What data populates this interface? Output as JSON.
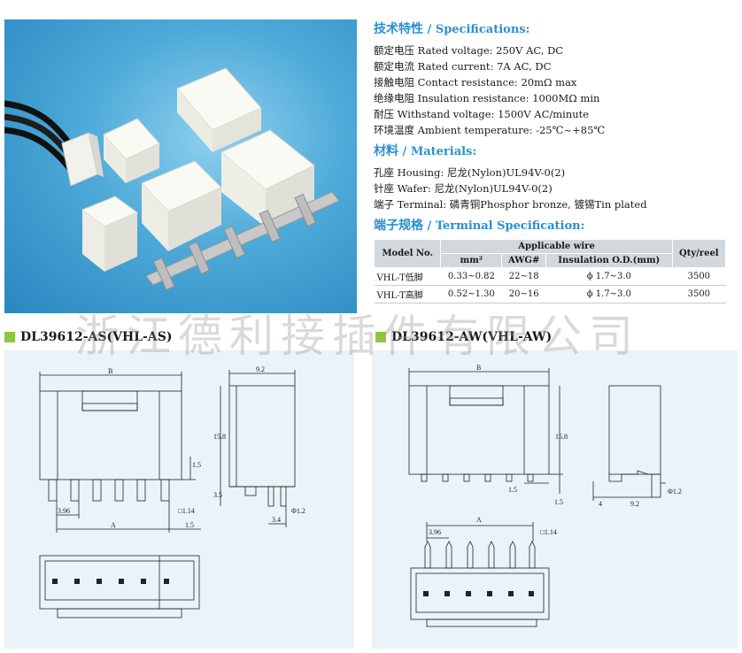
{
  "specifications": {
    "title_zh": "技术特性",
    "title_en": "Specifications:",
    "lines": [
      {
        "zh": "额定电压",
        "en": "Rated voltage",
        "value": "250V AC, DC"
      },
      {
        "zh": "额定电流",
        "en": "Rated current",
        "value": "7A AC, DC"
      },
      {
        "zh": "接触电阻",
        "en": "Contact resistance",
        "value": "20mΩ max"
      },
      {
        "zh": "绝缘电阻",
        "en": "Insulation resistance",
        "value": "1000MΩ min"
      },
      {
        "zh": "耐压",
        "en": "Withstand voltage",
        "value": "1500V AC/minute"
      },
      {
        "zh": "环境温度",
        "en": "Ambient temperature",
        "value": "-25℃~+85℃"
      }
    ]
  },
  "materials": {
    "title_zh": "材料",
    "title_en": "Materials:",
    "lines": [
      {
        "zh": "孔座",
        "en": "Housing",
        "value": "尼龙(Nylon)UL94V-0(2)"
      },
      {
        "zh": "针座",
        "en": "Wafer",
        "value": "尼龙(Nylon)UL94V-0(2)"
      },
      {
        "zh": "端子",
        "en": "Terminal",
        "value": "磷青铜Phosphor bronze, 镀锡Tin plated"
      }
    ]
  },
  "terminal_spec": {
    "title_zh": "端子规格",
    "title_en": "Terminal Specification:",
    "headers": {
      "model": "Model No.",
      "applicable": "Applicable wire",
      "mm2": "mm²",
      "awg": "AWG#",
      "od": "Insulation O.D.(mm)",
      "qty": "Qty/reel"
    },
    "rows": [
      {
        "model": "VHL-T低脚",
        "mm2": "0.33~0.82",
        "awg": "22~18",
        "od": "ϕ 1.7~3.0",
        "qty": "3500"
      },
      {
        "model": "VHL-T高脚",
        "mm2": "0.52~1.30",
        "awg": "20~16",
        "od": "ϕ 1.7~3.0",
        "qty": "3500"
      }
    ]
  },
  "watermark": "浙江德利接插件有限公司",
  "drawing_as": {
    "title": "DL39612-AS(VHL-AS)",
    "dims": {
      "B": "B",
      "A": "A",
      "d92": "9.2",
      "d158": "15.8",
      "d15a": "1.5",
      "d35": "3.5",
      "d396": "3.96",
      "d114": "□1.14",
      "d15b": "1.5",
      "d34": "3.4",
      "d12": "Φ1.2"
    }
  },
  "drawing_aw": {
    "title": "DL39612-AW(VHL-AW)",
    "dims": {
      "B": "B",
      "A": "A",
      "d158": "15.8",
      "d15a": "1.5",
      "d15b": "1.5",
      "d12": "Φ1.2",
      "d4": "4",
      "d92": "9.2",
      "d396": "3.96",
      "d114": "□1.14"
    }
  },
  "colors": {
    "accent_blue": "#2a8fd1",
    "title_square": "#8dc63f",
    "panel_bg": "#e9f3f9"
  }
}
